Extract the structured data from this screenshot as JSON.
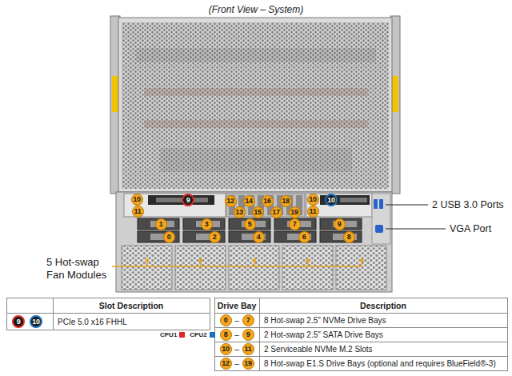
{
  "diagram": {
    "title": "(Front View – System)",
    "labels": [
      "10",
      "9",
      "11",
      "12",
      "14",
      "16",
      "18",
      "13",
      "15",
      "17",
      "19",
      "10",
      "10",
      "11",
      "1",
      "3",
      "5",
      "7",
      "9",
      "0",
      "2",
      "4",
      "6",
      "8",
      "2 USB 3.0 Ports",
      "VGA Port",
      "5 Hot-swap Fan Modules",
      "Slot Description",
      "9",
      "10",
      "PCIe 5.0 x16 FHHL",
      "Drive Bay",
      "Description",
      "0",
      "–",
      "7",
      "8 Hot-swap 2.5\" NVMe Drive Bays",
      "8",
      "–",
      "9",
      "2 Hot-swap 2.5\" SATA Drive Bays",
      "10",
      "–",
      "11",
      "2 Serviceable NVMe M.2 Slots",
      "12",
      "–",
      "19",
      "8 Hot-swap E1.S Drive Bays (optional and requires BlueField®-3)"
    ],
    "legend": [
      {
        "text": "CPU1",
        "color": "#e0262a"
      },
      {
        "text": "CPU2",
        "color": "#1e6fc0"
      }
    ]
  }
}
